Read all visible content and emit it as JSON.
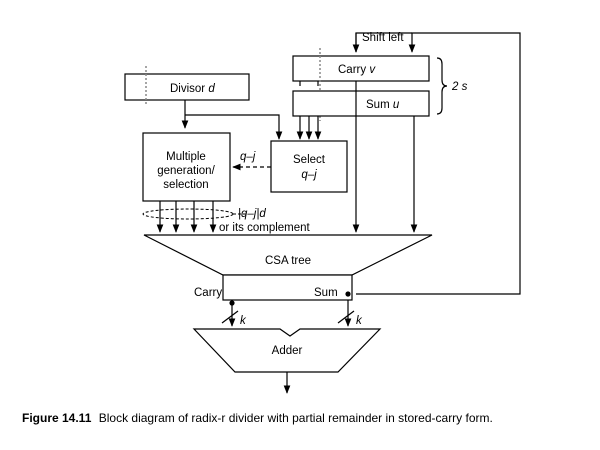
{
  "diagram": {
    "shift_left": "Shift left",
    "carry_v": {
      "text": "Carry ",
      "var": "v"
    },
    "sum_u": {
      "text": "Sum ",
      "var": "u"
    },
    "two_s": "2 s",
    "divisor": {
      "text": "Divisor ",
      "var": "d"
    },
    "multiple_gen": [
      "Multiple",
      "generation/",
      "selection"
    ],
    "q_j": "q–j",
    "select": [
      "Select",
      "q–j"
    ],
    "qj_d": "|q–j|d",
    "complement": "or its complement",
    "csa_tree": "CSA tree",
    "carry": "Carry",
    "sum": "Sum",
    "k": "k",
    "adder": "Adder"
  },
  "caption": {
    "figure_label": "Figure 14.11",
    "text": "Block diagram of radix-r divider with partial remainder in stored-carry form."
  }
}
